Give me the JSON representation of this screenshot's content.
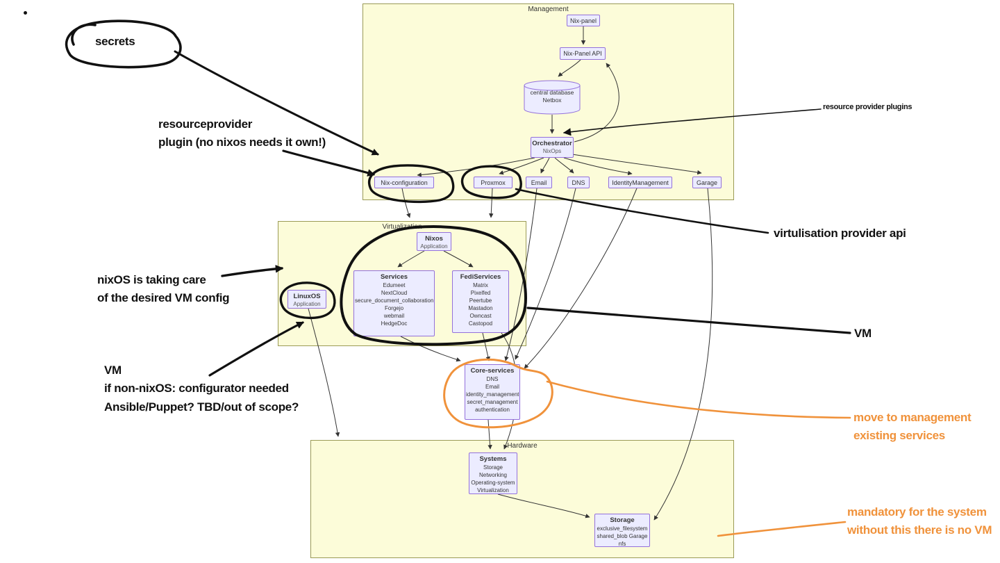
{
  "colors": {
    "node_fill": "#ECECFF",
    "node_border": "#9370DB",
    "cluster_fill": "#FCFCD9",
    "cluster_border": "#9A9A55",
    "annotation_black": "#111111",
    "annotation_orange": "#F0923B"
  },
  "groups": {
    "management": "Management",
    "virtualization": "Virtualization",
    "hardware": "Hardware"
  },
  "nodes": {
    "nix_panel": "Nix-panel",
    "nix_panel_api": "Nix-Panel API",
    "netbox": {
      "line1": "central database",
      "line2": "Netbox"
    },
    "orchestrator": {
      "title": "Orchestrator",
      "subtitle": "NixOps"
    },
    "nix_configuration": "Nix-configuration",
    "proxmox": "Proxmox",
    "email": "Email",
    "dns": "DNS",
    "identity_management": "IdentityManagement",
    "garage": "Garage",
    "nixos": {
      "title": "Nixos",
      "subtitle": "Application"
    },
    "linuxos": {
      "title": "LinuxOS",
      "subtitle": "Application"
    },
    "services": {
      "title": "Services",
      "items": [
        "Edumeet",
        "NextCloud",
        "secure_document_collaboration",
        "Forgejo",
        "webmail",
        "HedgeDoc"
      ]
    },
    "fediservices": {
      "title": "FediServices",
      "items": [
        "Matrix",
        "Pixelfed",
        "Peertube",
        "Mastadon",
        "Owncast",
        "Castopod"
      ]
    },
    "core_services": {
      "title": "Core-services",
      "items": [
        "DNS",
        "Email",
        "identity_management",
        "secret_management",
        "authentication"
      ]
    },
    "systems": {
      "title": "Systems",
      "items": [
        "Storage",
        "Networking",
        "Operating-system",
        "Virtualization"
      ]
    },
    "storage": {
      "title": "Storage",
      "items": [
        "exclusive_filesystem",
        "shared_blob Garage",
        "nfs"
      ]
    }
  },
  "annotations": {
    "secrets": "secrets",
    "resourceprovider_plugin": "resourceprovider\nplugin (no nixos needs it own!)",
    "resource_provider_plugins": "resource provider plugins",
    "virtualisation_provider_api": "virtulisation provider api",
    "nixos_care": "nixOS is taking care\nof the desired VM config",
    "vm_right": "VM",
    "vm_left": "VM\nif non-nixOS: configurator needed\nAnsible/Puppet? TBD/out of scope?",
    "move_to_management": "move to management\nexisting services",
    "mandatory": "mandatory for the system\nwithout this there is no VM"
  }
}
